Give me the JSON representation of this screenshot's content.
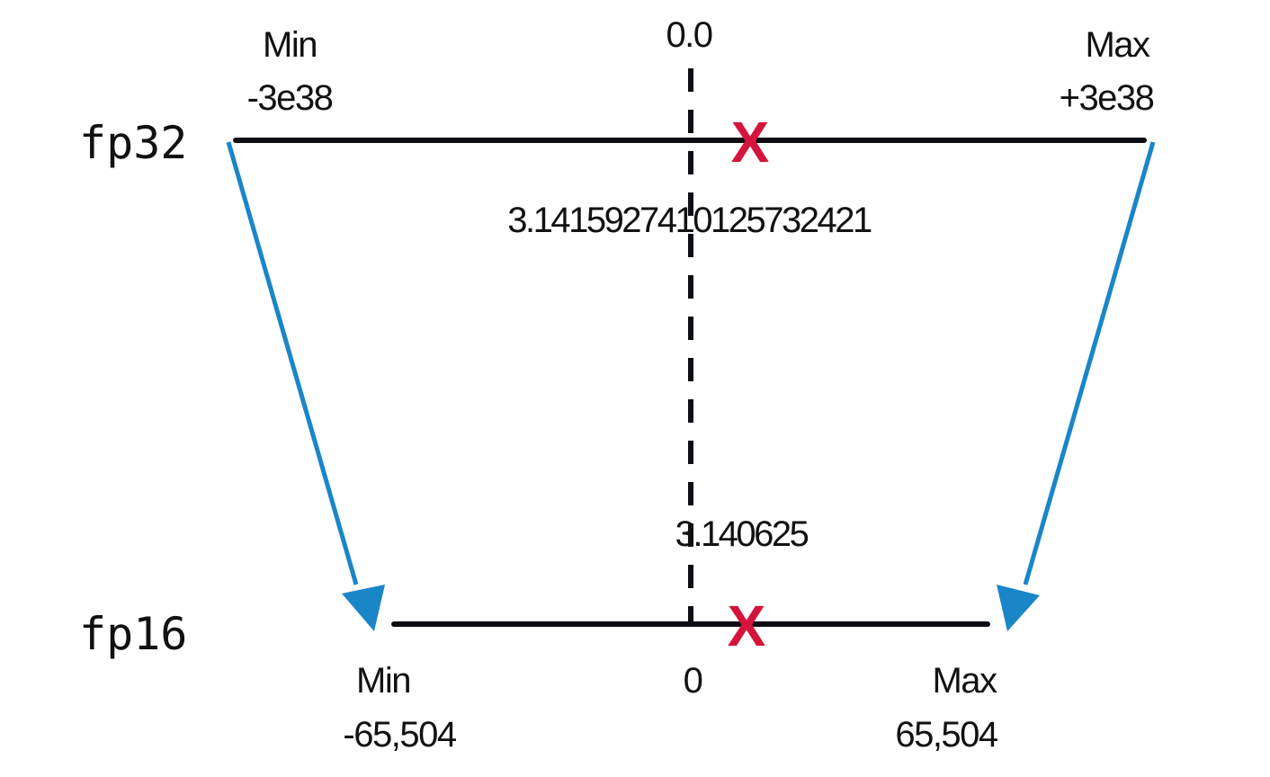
{
  "fp32": {
    "label": "fp32",
    "min_label": "Min",
    "min_value": "-3e38",
    "max_label": "Max",
    "max_value": "+3e38",
    "zero_label": "0.0",
    "pi_value": "3.1415927410125732421"
  },
  "fp16": {
    "label": "fp16",
    "min_label": "Min",
    "min_value": "-65,504",
    "max_label": "Max",
    "max_value": "65,504",
    "zero_label": "0",
    "pi_value": "3.140625"
  },
  "colors": {
    "line": "#0d0d14",
    "arrow": "#1a86c8",
    "marker": "#d4143c"
  },
  "marker_symbol": "X"
}
